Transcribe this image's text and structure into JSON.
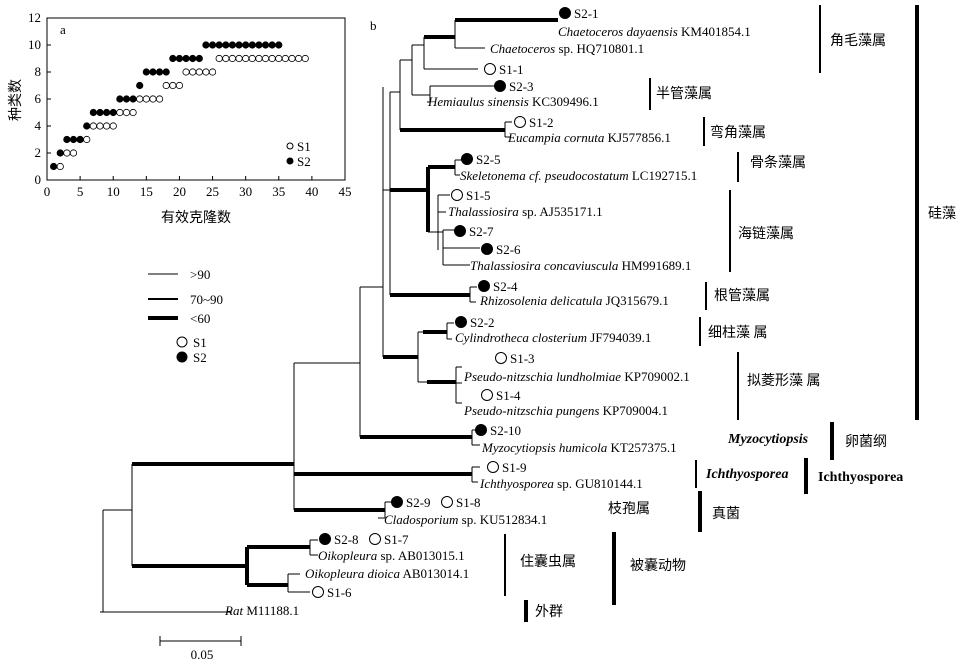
{
  "panel_a": {
    "label": "a",
    "ylabel": "种类数",
    "xlabel": "有效克隆数",
    "xticks": [
      "0",
      "5",
      "10",
      "15",
      "20",
      "25",
      "30",
      "35",
      "40",
      "45"
    ],
    "yticks": [
      "0",
      "2",
      "4",
      "6",
      "8",
      "10",
      "12"
    ],
    "legend": [
      {
        "label": "S1",
        "style": "open"
      },
      {
        "label": "S2",
        "style": "filled"
      }
    ]
  },
  "chart_data": {
    "type": "scatter",
    "xlim": [
      0,
      45
    ],
    "ylim": [
      0,
      12
    ],
    "series": [
      {
        "name": "S1",
        "style": "open",
        "x": [
          2,
          3,
          4,
          5,
          6,
          7,
          8,
          9,
          10,
          11,
          12,
          13,
          14,
          15,
          16,
          17,
          18,
          19,
          20,
          21,
          22,
          23,
          24,
          25,
          26,
          27,
          28,
          29,
          30,
          31,
          32,
          33,
          34,
          35,
          36,
          37,
          38,
          39
        ],
        "y": [
          1,
          2,
          2,
          3,
          3,
          4,
          4,
          4,
          4,
          5,
          5,
          5,
          6,
          6,
          6,
          6,
          7,
          7,
          7,
          8,
          8,
          8,
          8,
          8,
          9,
          9,
          9,
          9,
          9,
          9,
          9,
          9,
          9,
          9,
          9,
          9,
          9,
          9
        ]
      },
      {
        "name": "S2",
        "style": "filled",
        "x": [
          1,
          2,
          3,
          4,
          5,
          6,
          7,
          8,
          9,
          10,
          11,
          12,
          13,
          14,
          15,
          16,
          17,
          18,
          19,
          20,
          21,
          22,
          23,
          24,
          25,
          26,
          27,
          28,
          29,
          30,
          31,
          32,
          33,
          34,
          35
        ],
        "y": [
          1,
          2,
          3,
          3,
          3,
          4,
          5,
          5,
          5,
          5,
          6,
          6,
          6,
          7,
          8,
          8,
          8,
          8,
          9,
          9,
          9,
          9,
          9,
          10,
          10,
          10,
          10,
          10,
          10,
          10,
          10,
          10,
          10,
          10,
          10
        ]
      }
    ]
  },
  "panel_b": {
    "label": "b",
    "support_legend": [
      {
        "label": ">90",
        "weight": "thin"
      },
      {
        "label": "70~90",
        "weight": "medium"
      },
      {
        "label": "<60",
        "weight": "thick"
      }
    ],
    "site_legend": [
      {
        "label": "S1",
        "style": "open"
      },
      {
        "label": "S2",
        "style": "filled"
      }
    ],
    "scale_bar": "0.05",
    "taxa": [
      {
        "name": "Chaetoceros dayaensis",
        "suffix": "",
        "acc": "KM401854.1",
        "otus": [
          {
            "id": "S2-1",
            "s": "filled"
          }
        ]
      },
      {
        "name": "Chaetoceros",
        "suffix": " sp.",
        "acc": "HQ710801.1",
        "otus": []
      },
      {
        "name": "",
        "suffix": "",
        "acc": "",
        "otus": [
          {
            "id": "S1-1",
            "s": "open"
          }
        ]
      },
      {
        "name": "Hemiaulus sinensis",
        "suffix": "",
        "acc": "KC309496.1",
        "otus": [
          {
            "id": "S2-3",
            "s": "filled"
          }
        ]
      },
      {
        "name": "Eucampia cornuta",
        "suffix": "",
        "acc": "KJ577856.1",
        "otus": [
          {
            "id": "S1-2",
            "s": "open"
          }
        ]
      },
      {
        "name": "Skeletonema cf. pseudocostatum",
        "suffix": "",
        "acc": "LC192715.1",
        "otus": [
          {
            "id": "S2-5",
            "s": "filled"
          }
        ]
      },
      {
        "name": "",
        "suffix": "",
        "acc": "",
        "otus": [
          {
            "id": "S1-5",
            "s": "open"
          }
        ]
      },
      {
        "name": "Thalassiosira",
        "suffix": " sp.",
        "acc": "AJ535171.1",
        "otus": []
      },
      {
        "name": "",
        "suffix": "",
        "acc": "",
        "otus": [
          {
            "id": "S2-7",
            "s": "filled"
          }
        ]
      },
      {
        "name": "",
        "suffix": "",
        "acc": "",
        "otus": [
          {
            "id": "S2-6",
            "s": "filled"
          }
        ]
      },
      {
        "name": "Thalassiosira concaviuscula",
        "suffix": "",
        "acc": "HM991689.1",
        "otus": []
      },
      {
        "name": "Rhizosolenia delicatula",
        "suffix": "",
        "acc": "JQ315679.1",
        "otus": [
          {
            "id": "S2-4",
            "s": "filled"
          }
        ]
      },
      {
        "name": "Cylindrotheca closterium",
        "suffix": "",
        "acc": "JF794039.1",
        "otus": [
          {
            "id": "S2-2",
            "s": "filled"
          }
        ]
      },
      {
        "name": "Pseudo-nitzschia lundholmiae",
        "suffix": "",
        "acc": "KP709002.1",
        "otus": [
          {
            "id": "S1-3",
            "s": "open"
          }
        ]
      },
      {
        "name": "Pseudo-nitzschia pungens",
        "suffix": "",
        "acc": "KP709004.1",
        "otus": [
          {
            "id": "S1-4",
            "s": "open"
          }
        ]
      },
      {
        "name": "Myzocytiopsis humicola",
        "suffix": "",
        "acc": "KT257375.1",
        "otus": [
          {
            "id": "S2-10",
            "s": "filled"
          }
        ]
      },
      {
        "name": "Ichthyosporea",
        "suffix": " sp.",
        "acc": "GU810144.1",
        "otus": [
          {
            "id": "S1-9",
            "s": "open"
          }
        ]
      },
      {
        "name": "Cladosporium",
        "suffix": " sp.",
        "acc": "KU512834.1",
        "otus": [
          {
            "id": "S2-9",
            "s": "filled"
          },
          {
            "id": "S1-8",
            "s": "open"
          }
        ]
      },
      {
        "name": "Oikopleura",
        "suffix": " sp.",
        "acc": "AB013015.1",
        "otus": [
          {
            "id": "S2-8",
            "s": "filled"
          },
          {
            "id": "S1-7",
            "s": "open"
          }
        ]
      },
      {
        "name": "Oikopleura dioica",
        "suffix": "",
        "acc": "AB013014.1",
        "otus": []
      },
      {
        "name": "",
        "suffix": "",
        "acc": "",
        "otus": [
          {
            "id": "S1-6",
            "s": "open"
          }
        ]
      },
      {
        "name": "Rat",
        "suffix": "",
        "acc": "M11188.1",
        "otus": []
      }
    ],
    "genus_labels": [
      "角毛藻属",
      "半管藻属",
      "弯角藻属",
      "骨条藻属",
      "海链藻属",
      "根管藻属",
      "细柱藻 属",
      "拟菱形藻 属",
      "Myzocytiopsis",
      "Ichthyosporea",
      "枝孢属",
      "住囊虫属",
      "外群"
    ],
    "group_labels": [
      "硅藻",
      "卵菌纲",
      "Ichthyosporea",
      "真菌",
      "被囊动物"
    ]
  }
}
